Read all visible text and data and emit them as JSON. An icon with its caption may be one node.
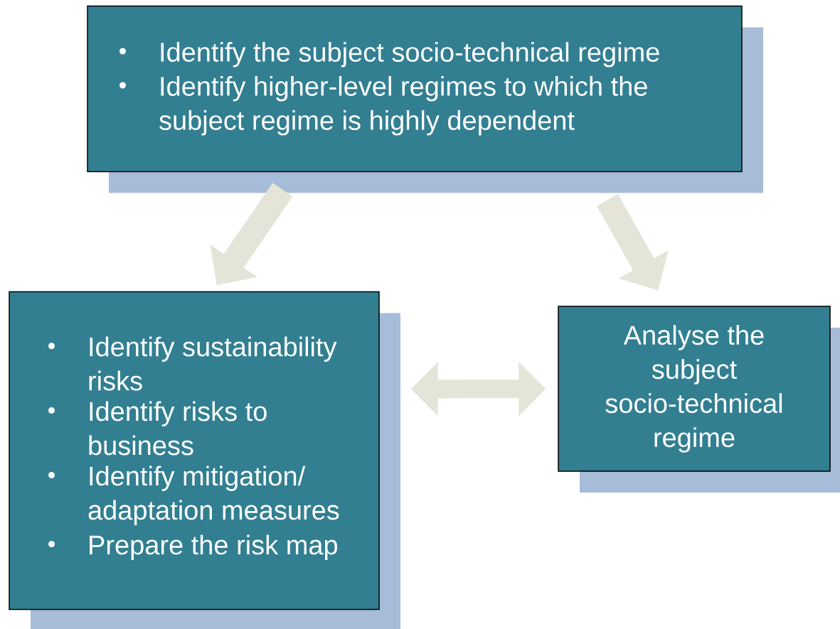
{
  "diagram": {
    "nodes": [
      {
        "text": [
          "Identify the subject socio-technical regime",
          "Identify higher-level regimes to which the subject regime is highly dependent"
        ]
      },
      {
        "text": [
          "Identify sustainability risks",
          "Identify risks to business",
          "Identify mitigation/ adaptation measures",
          "Prepare the risk map"
        ]
      },
      {
        "text": [
          "Analyse the subject socio-technical regime"
        ]
      }
    ],
    "edges": [
      {
        "from": 0,
        "to": 1,
        "arrow": "to"
      },
      {
        "from": 0,
        "to": 2,
        "arrow": "to"
      },
      {
        "from": 1,
        "to": 2,
        "arrow": "both"
      }
    ]
  }
}
